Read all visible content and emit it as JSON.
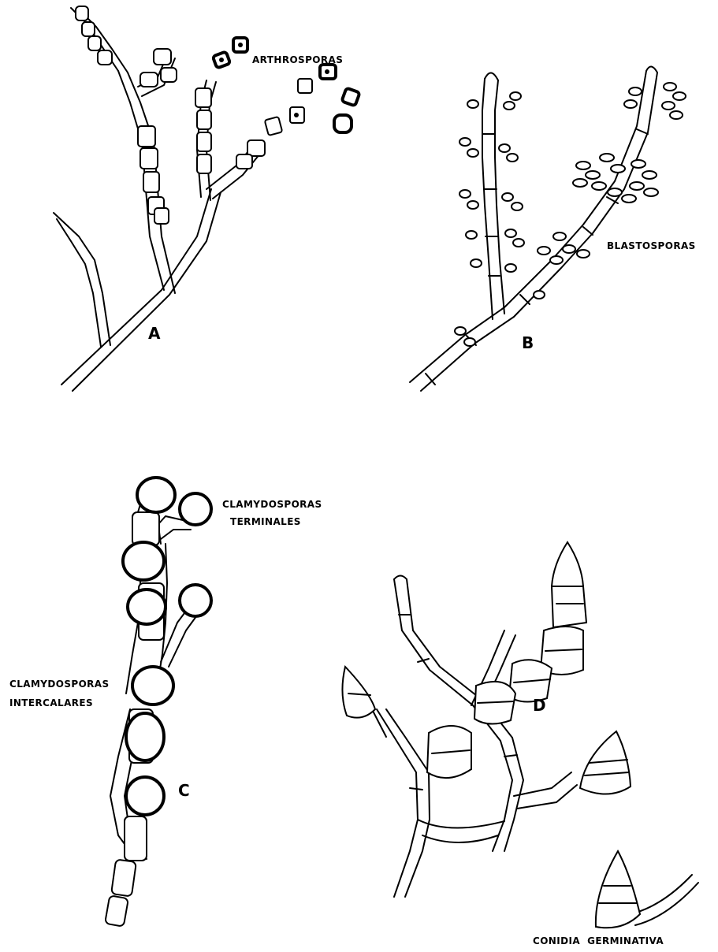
{
  "labels": {
    "arthrosporas": "ARTHROSPORAS",
    "blastosporas": "BLASTOSPORAS",
    "clamy_terminales_1": "CLAMYDOSPORAS",
    "clamy_terminales_2": "TERMINALES",
    "clamy_intercalares_1": "CLAMYDOSPORAS",
    "clamy_intercalares_2": "INTERCALARES",
    "conidia": "CONIDIA  GERMINATIVA"
  },
  "panels": {
    "a": "A",
    "b": "B",
    "c": "C",
    "d": "D"
  }
}
